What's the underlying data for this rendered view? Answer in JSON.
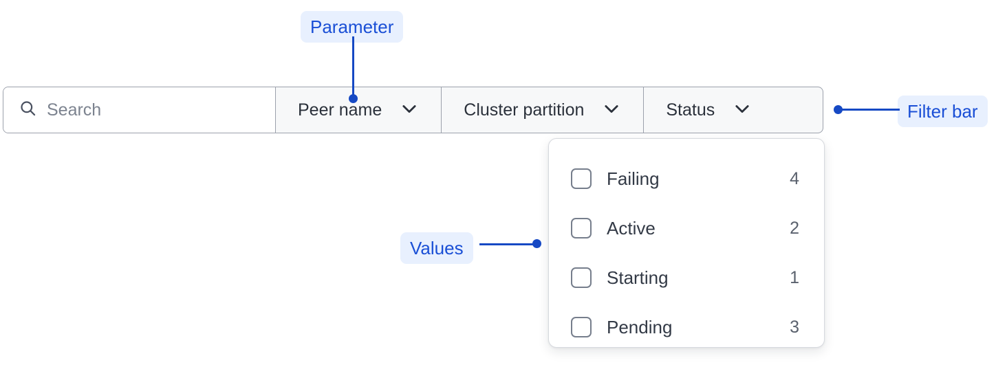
{
  "filter_bar": {
    "search": {
      "icon": "search-icon",
      "value": "",
      "placeholder": "Search"
    },
    "segments": [
      {
        "label": "Peer name",
        "icon": "chevron-down-icon"
      },
      {
        "label": "Cluster partition",
        "icon": "chevron-down-icon"
      },
      {
        "label": "Status",
        "icon": "chevron-down-icon"
      }
    ]
  },
  "dropdown": {
    "options": [
      {
        "label": "Failing",
        "count": "4",
        "checked": false
      },
      {
        "label": "Active",
        "count": "2",
        "checked": false
      },
      {
        "label": "Starting",
        "count": "1",
        "checked": false
      },
      {
        "label": "Pending",
        "count": "3",
        "checked": false
      }
    ]
  },
  "annotations": [
    {
      "label": "Parameter"
    },
    {
      "label": "Filter bar"
    },
    {
      "label": "Values"
    }
  ],
  "colors": {
    "annotation_text": "#1a4fd6",
    "annotation_pill_bg": "#e8f0fe",
    "annotation_line": "#1649c4",
    "bar_border": "#9ba0ab",
    "bar_segment_bg": "#f7f8f9",
    "panel_border": "#d6d9de",
    "label_text": "#333a46",
    "count_text": "#5a616d",
    "placeholder_text": "#7c838f"
  }
}
